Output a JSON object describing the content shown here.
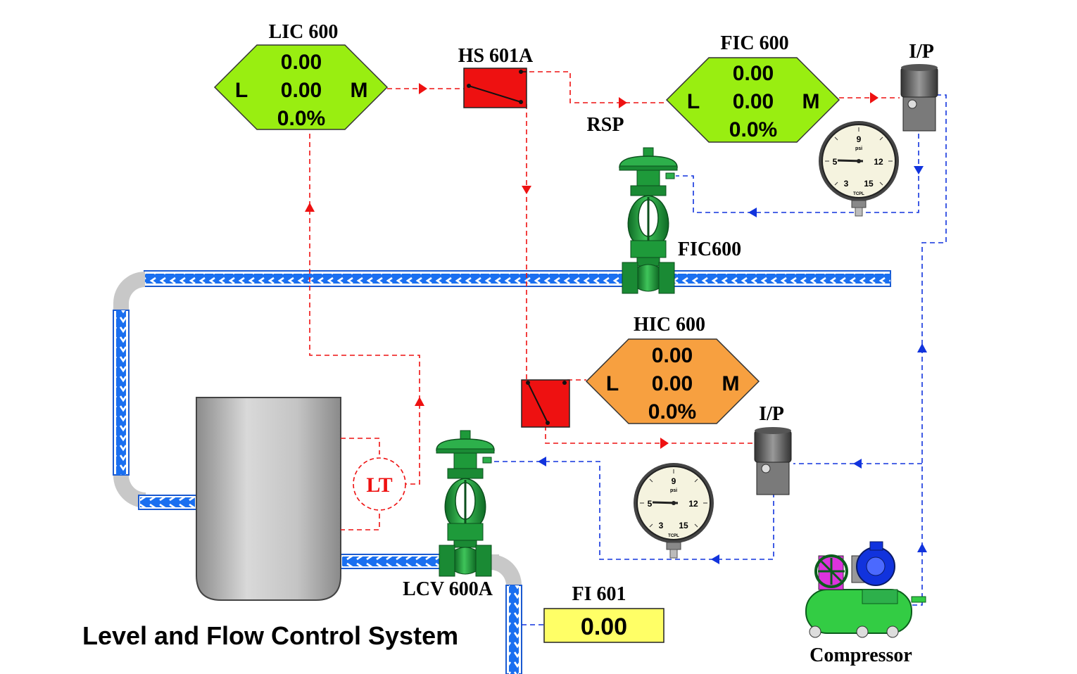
{
  "title": "Level and Flow Control System",
  "controllers": {
    "lic": {
      "tag": "LIC 600",
      "pv": "0.00",
      "sp": "0.00",
      "out": "0.0%",
      "mode_left": "L",
      "mode_right": "M",
      "color": "#99ee11"
    },
    "fic": {
      "tag": "FIC 600",
      "pv": "0.00",
      "sp": "0.00",
      "out": "0.0%",
      "mode_left": "L",
      "mode_right": "M",
      "color": "#99ee11"
    },
    "hic": {
      "tag": "HIC 600",
      "pv": "0.00",
      "sp": "0.00",
      "out": "0.0%",
      "mode_left": "L",
      "mode_right": "M",
      "color": "#f7a040"
    }
  },
  "switches": {
    "hs601a": {
      "tag": "HS 601A",
      "color": "#ee1111"
    }
  },
  "labels": {
    "rsp": "RSP",
    "ip_top": "I/P",
    "ip_mid": "I/P",
    "fic_valve": "FIC600",
    "lcv": "LCV 600A",
    "lt": "LT",
    "compressor": "Compressor"
  },
  "indicator": {
    "tag": "FI 601",
    "value": "0.00",
    "color": "#ffff66"
  },
  "gauges": {
    "unit": "psi",
    "ticks": [
      "9",
      "12",
      "15",
      "3",
      "5"
    ],
    "brand": "TCPL"
  },
  "colors": {
    "signal_red": "#ee1111",
    "signal_blue": "#1133dd",
    "pipe_blue": "#2266ee",
    "valve_green": "#1e9a3a",
    "tank_gray": "#b9b9b9",
    "compressor_green": "#33cc44"
  }
}
